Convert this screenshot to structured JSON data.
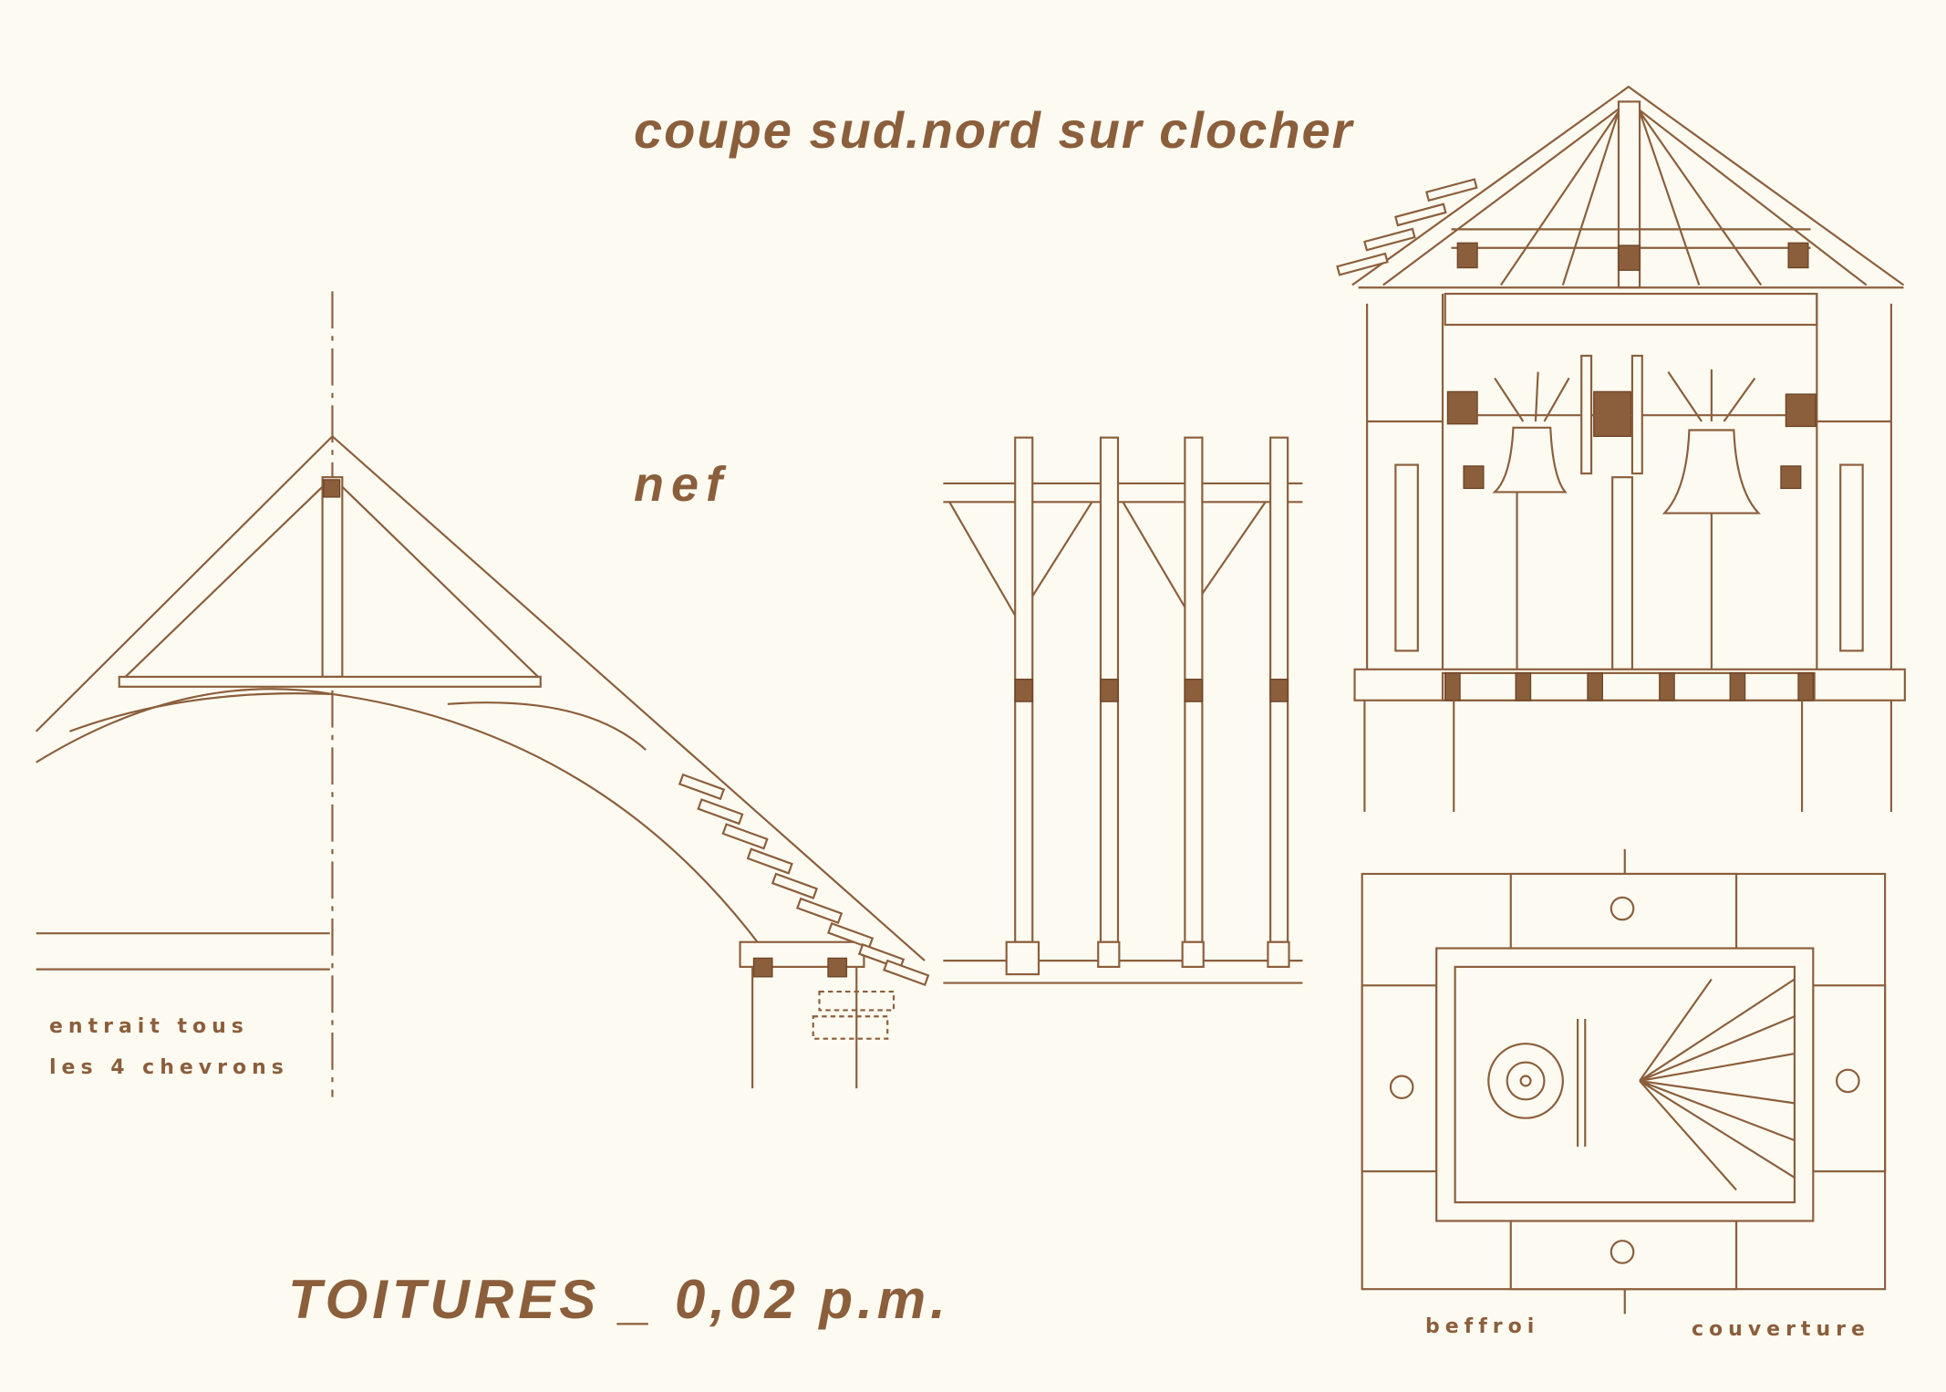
{
  "title": "coupe sud.nord  sur  clocher",
  "labels": {
    "nef": "nef",
    "entrait_line1": "entrait tous",
    "entrait_line2": "les 4 chevrons",
    "beffroi": "beffroi",
    "couverture": "couverture"
  },
  "footer_title": "TOITURES _ 0,02 p.m.",
  "colors": {
    "ink": "#8b5e3c",
    "paper": "#fdfbf1"
  }
}
